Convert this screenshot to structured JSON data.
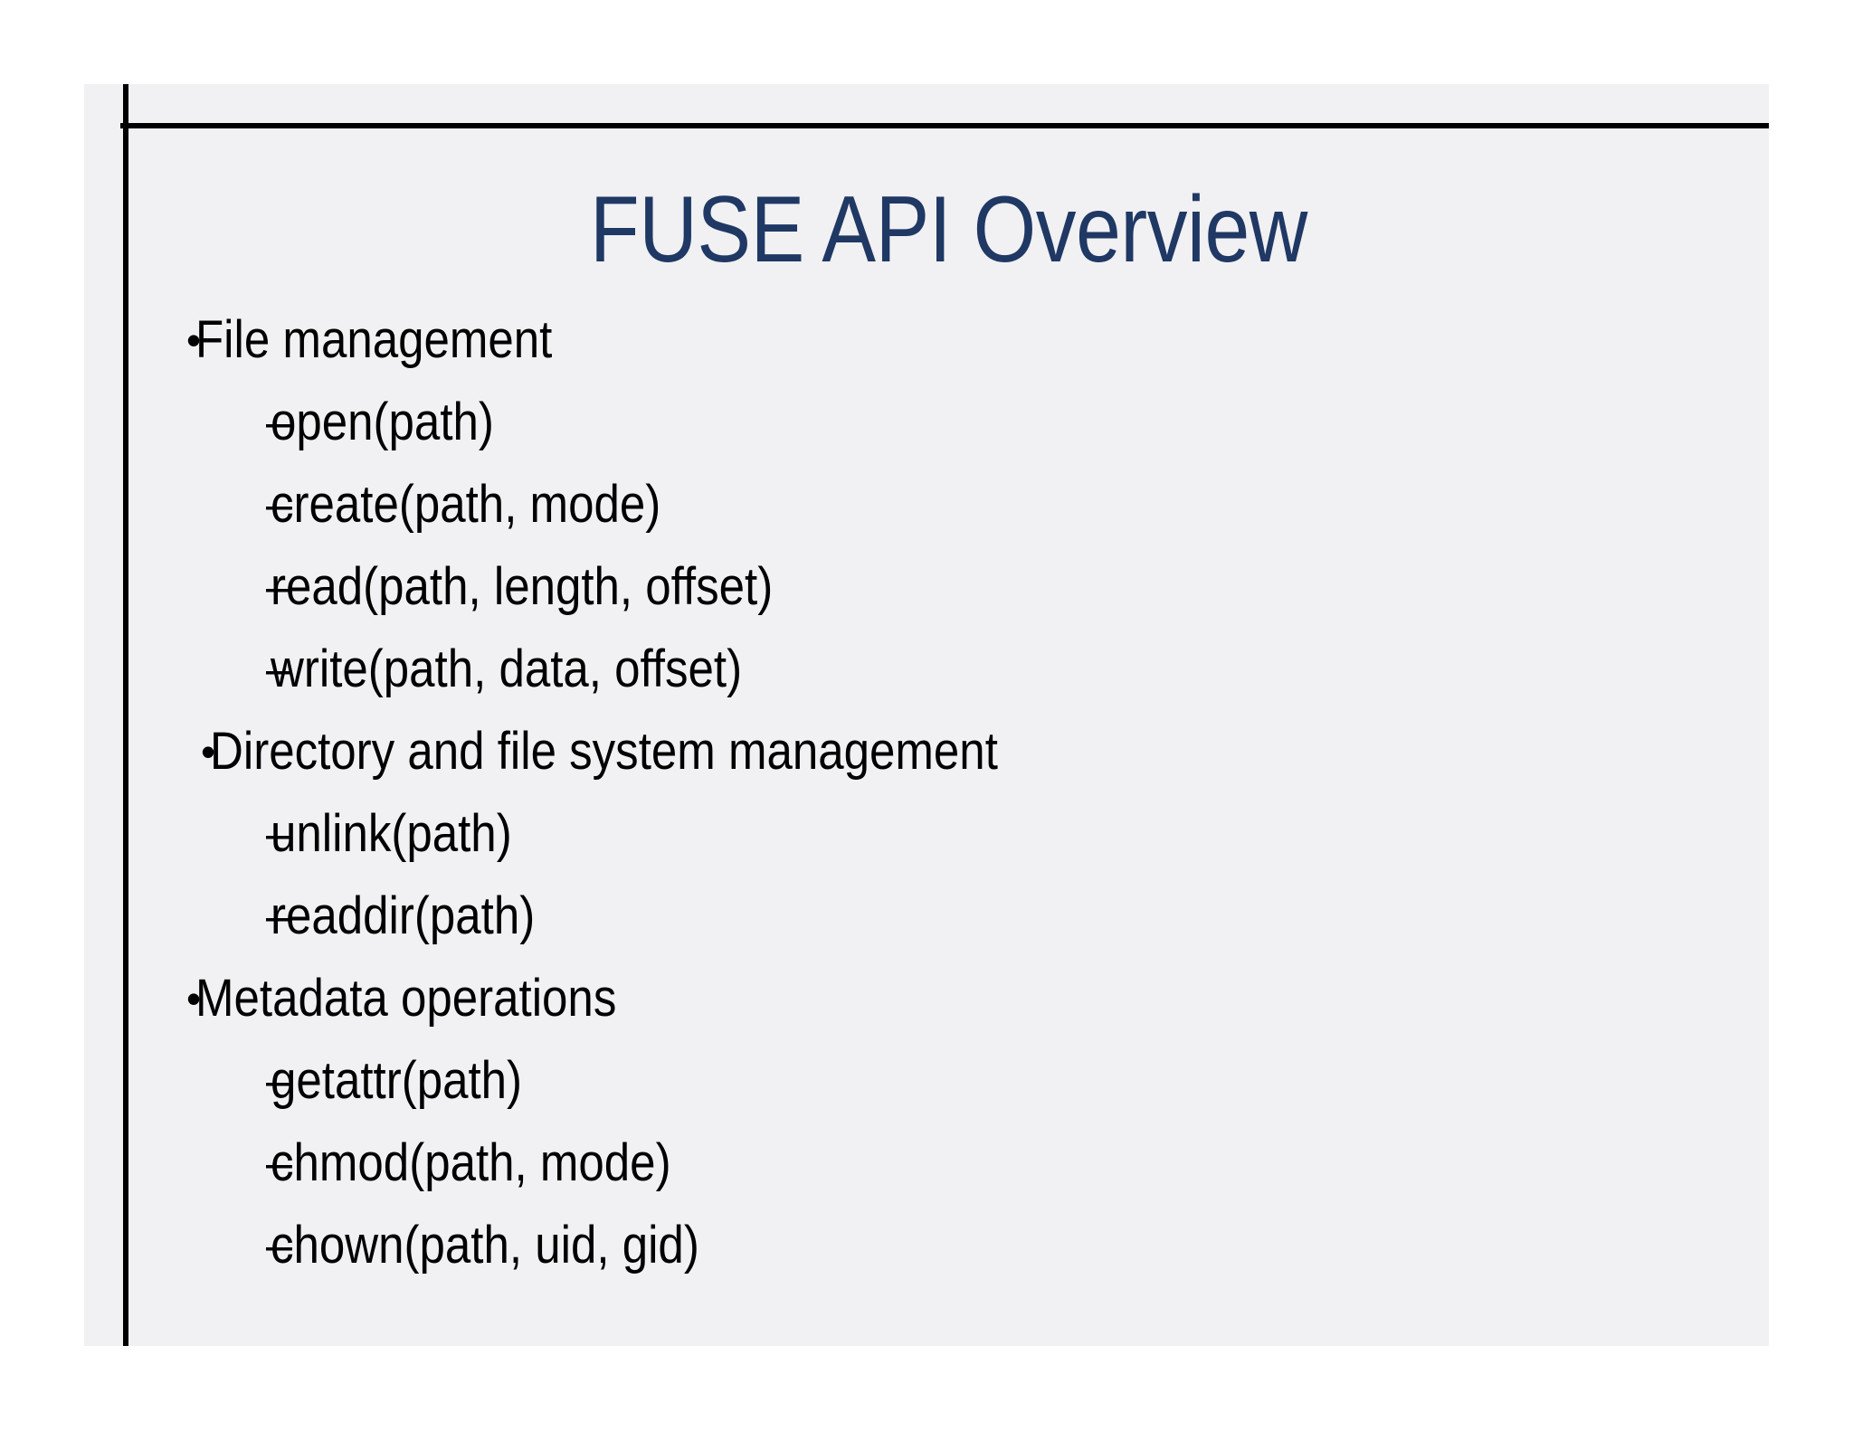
{
  "slide": {
    "title": "FUSE API Overview",
    "title_color": "#1F3864",
    "background_color": "#F1F0F2",
    "page_background_color": "#FFFFFF",
    "rule_color": "#000000",
    "body_text_color": "#000000",
    "level1_bullet_glyph": "•",
    "level2_bullet_glyph": "–",
    "groups": [
      {
        "label": "File management",
        "indented": false,
        "items": [
          {
            "label": "open(path)"
          },
          {
            "label": "create(path, mode)"
          },
          {
            "label": "read(path, length, offset)"
          },
          {
            "label": "write(path, data, offset)"
          }
        ]
      },
      {
        "label": "Directory and file system management",
        "indented": true,
        "items": [
          {
            "label": "unlink(path)"
          },
          {
            "label": "readdir(path)"
          }
        ]
      },
      {
        "label": "Metadata operations",
        "indented": false,
        "items": [
          {
            "label": "getattr(path)"
          },
          {
            "label": "chmod(path, mode)"
          },
          {
            "label": "chown(path, uid, gid)"
          }
        ]
      }
    ]
  }
}
